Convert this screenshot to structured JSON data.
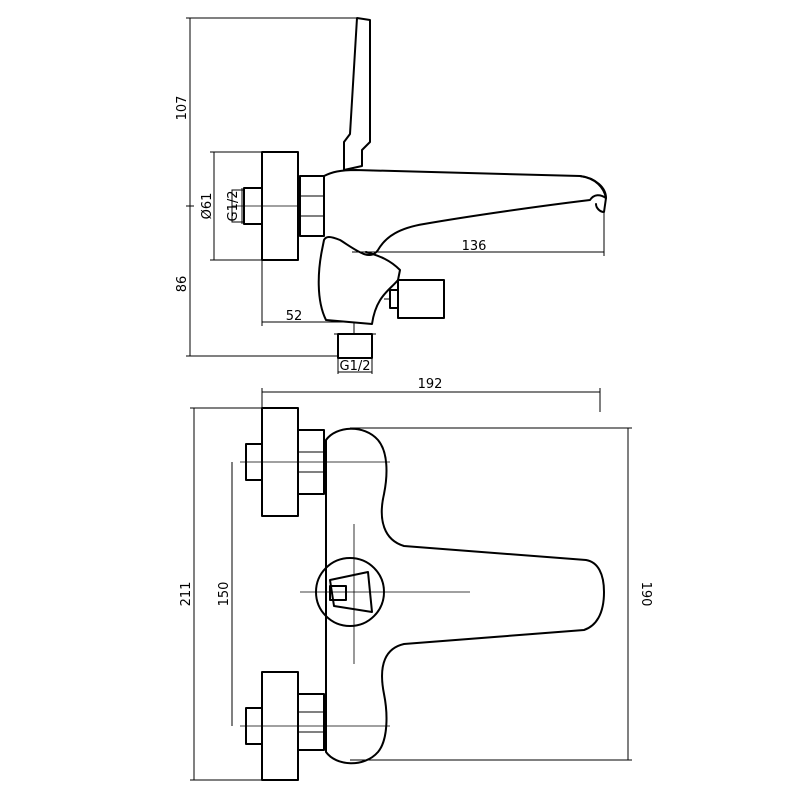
{
  "dimensions": {
    "height_upper": "107",
    "height_lower": "86",
    "diameter": "Ø61",
    "thread_inlet": "G1/2",
    "spout_reach": "136",
    "outlet_offset": "52",
    "thread_outlet": "G1/2",
    "total_width": "192",
    "total_height": "211",
    "inlet_spacing": "150",
    "body_height": "190"
  }
}
